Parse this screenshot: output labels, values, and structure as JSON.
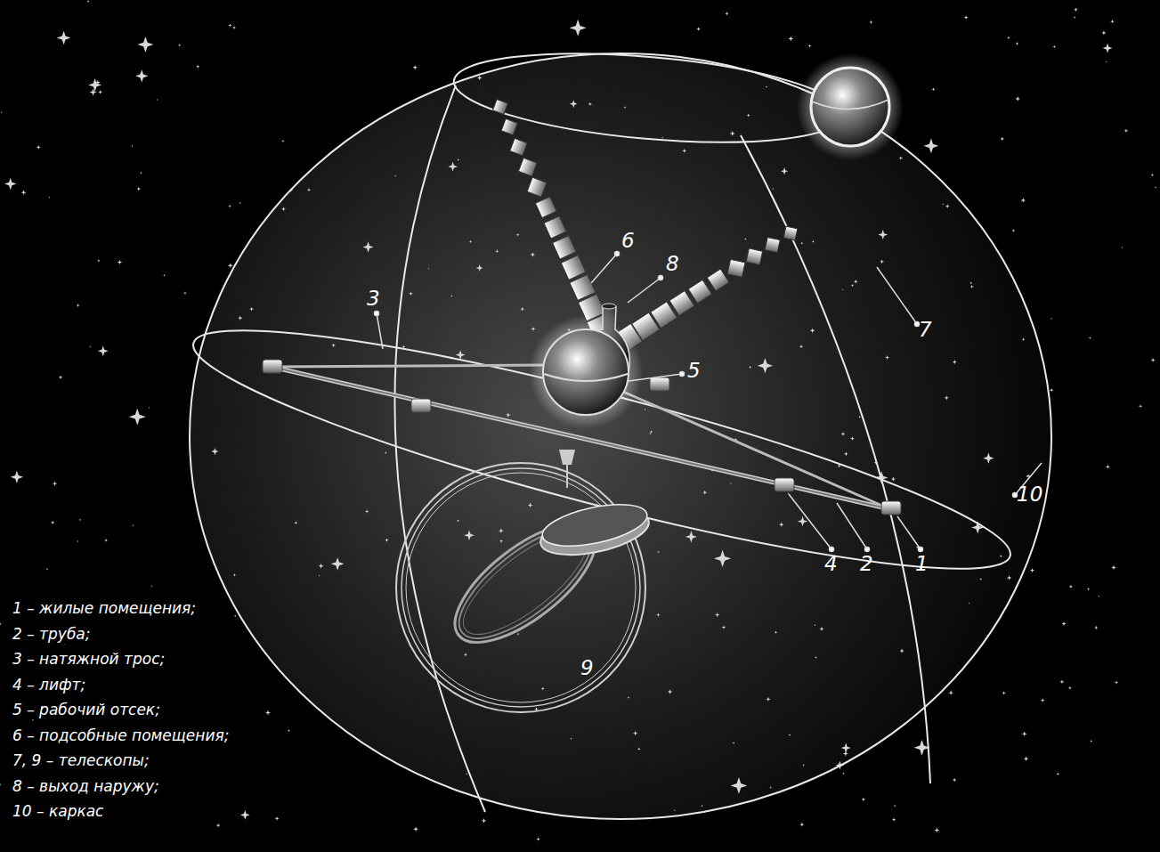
{
  "diagram": {
    "labels": [
      "6",
      "8",
      "3",
      "7",
      "5",
      "10",
      "4",
      "2",
      "1",
      "9",
      "1 – жилые помещения;",
      "2 – труба;",
      "3 – натяжной трос;",
      "4 – лифт;",
      "5 – рабочий отсек;",
      "6 – подсобные помещения;",
      "7, 9 – телескопы;",
      "8 – выход наружу;",
      "10 – каркас"
    ]
  }
}
